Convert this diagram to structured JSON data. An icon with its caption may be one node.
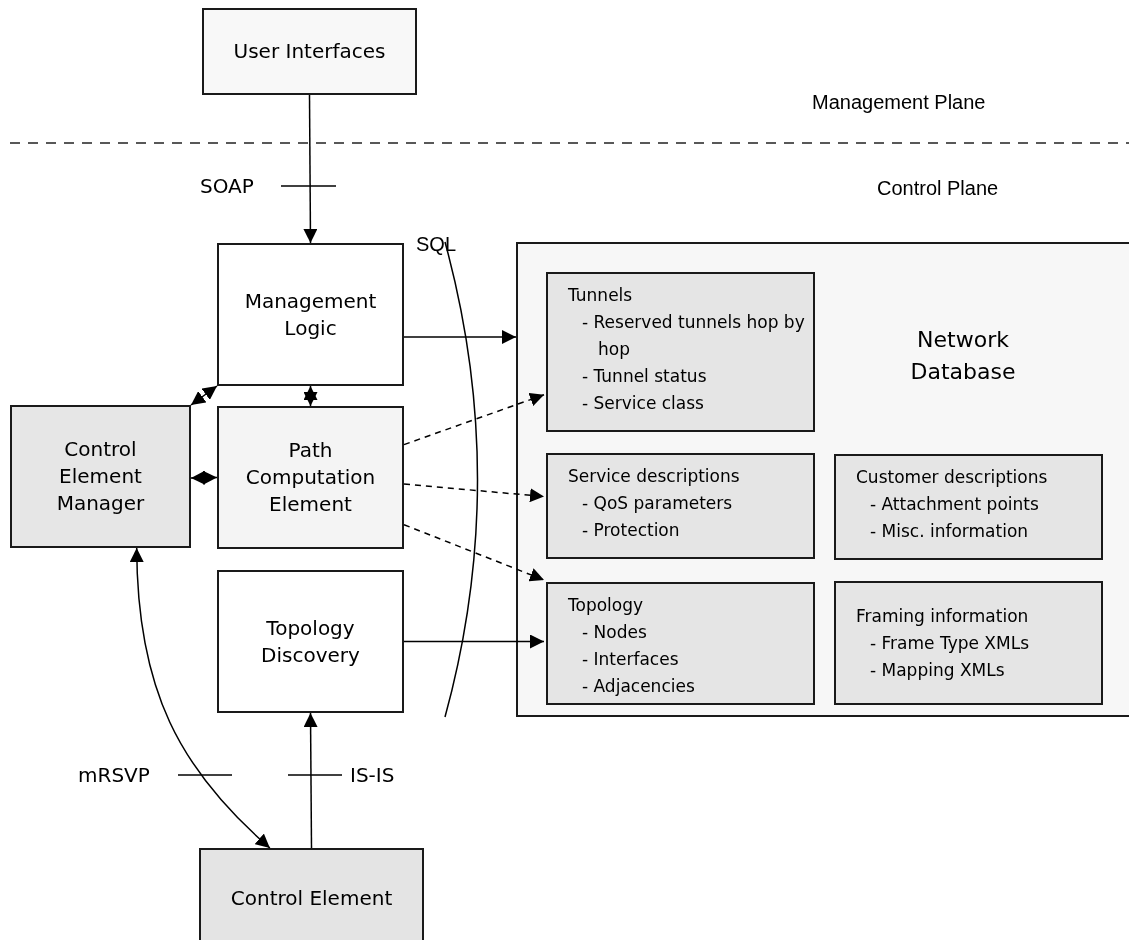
{
  "diagram": {
    "nodes": [
      {
        "text": [
          "User Interfaces"
        ]
      },
      {
        "text": [
          "Management Logic"
        ]
      },
      {
        "text": [
          "Control Element Manager"
        ]
      },
      {
        "text": [
          "Path Computation Element"
        ]
      },
      {
        "text": [
          "Topology Discovery"
        ]
      },
      {
        "text": [
          "Control Element"
        ]
      },
      {
        "text": [
          "Network Database"
        ]
      },
      {
        "text": [
          "Tunnels",
          "- Reserved tunnels hop by hop",
          "- Tunnel status",
          "- Service class"
        ],
        "in": 6
      },
      {
        "text": [
          "Service descriptions",
          "- QoS parameters",
          "- Protection"
        ],
        "in": 6
      },
      {
        "text": [
          "Customer descriptions",
          "- Attachment points",
          "- Misc. information"
        ],
        "in": 6
      },
      {
        "text": [
          "Topology",
          "- Nodes",
          "- Interfaces",
          "- Adjacencies"
        ],
        "in": 6
      },
      {
        "text": [
          "Framing information",
          "- Frame Type XMLs",
          "- Mapping XMLs"
        ],
        "in": 6
      }
    ],
    "edges": [
      {
        "from": 0,
        "to": 1,
        "arrow": "to",
        "label": "SOAP"
      },
      {
        "from": 1,
        "to": 6,
        "arrow": "to"
      },
      {
        "from": 2,
        "to": 1,
        "arrow": "both"
      },
      {
        "from": 1,
        "to": 3,
        "arrow": "both"
      },
      {
        "from": 2,
        "to": 3,
        "arrow": "both"
      },
      {
        "from": 3,
        "to": 7,
        "arrow": "to",
        "style": "dashed"
      },
      {
        "from": 3,
        "to": 8,
        "arrow": "to",
        "style": "dashed"
      },
      {
        "from": 3,
        "to": 10,
        "arrow": "to",
        "style": "dashed"
      },
      {
        "from": 4,
        "to": 10,
        "arrow": "to"
      },
      {
        "from": 5,
        "to": 4,
        "arrow": "to",
        "label": "IS-IS"
      },
      {
        "from": 2,
        "to": 5,
        "arrow": "both",
        "label": "mRSVP"
      }
    ],
    "labels": [
      "Management Plane",
      "Control Plane",
      "SQL"
    ]
  }
}
